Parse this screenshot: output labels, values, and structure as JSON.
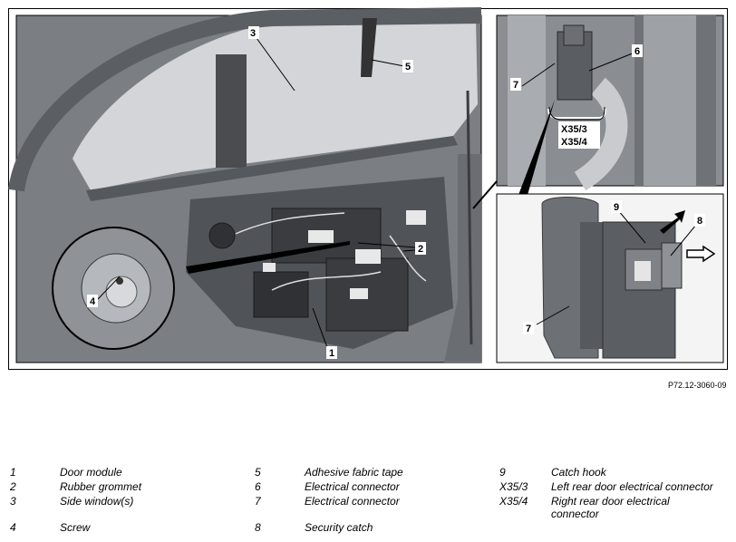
{
  "callouts": {
    "c1": "1",
    "c2": "2",
    "c3": "3",
    "c4": "4",
    "c5": "5",
    "c6": "6",
    "c7a": "7",
    "c7b": "7",
    "c8": "8",
    "c9": "9",
    "x35_3": "X35/3",
    "x35_4": "X35/4"
  },
  "reference": "P72.12-3060-09",
  "legend": [
    {
      "num": "1",
      "text": "Door module"
    },
    {
      "num": "2",
      "text": "Rubber grommet"
    },
    {
      "num": "3",
      "text": "Side window(s)"
    },
    {
      "num": "4",
      "text": "Screw"
    },
    {
      "num": "5",
      "text": "Adhesive fabric tape"
    },
    {
      "num": "6",
      "text": "Electrical connector"
    },
    {
      "num": "7",
      "text": "Electrical connector"
    },
    {
      "num": "8",
      "text": "Security catch"
    },
    {
      "num": "9",
      "text": "Catch hook"
    },
    {
      "num": "X35/3",
      "text": "Left rear door electrical connector"
    },
    {
      "num": "X35/4",
      "text": "Right rear door electrical connector"
    }
  ]
}
